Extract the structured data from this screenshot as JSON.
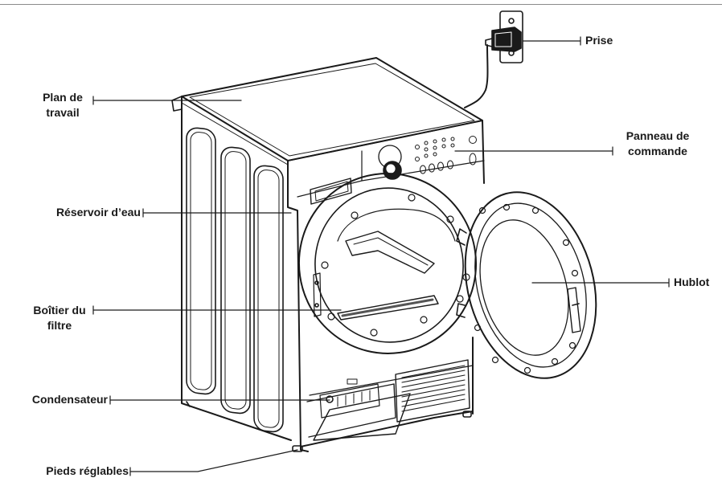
{
  "labels": {
    "plan_de_travail": [
      "Plan de",
      "travail"
    ],
    "reservoir": "Réservoir d’eau",
    "boitier_filtre": [
      "Boîtier du",
      "filtre"
    ],
    "condensateur": "Condensateur",
    "pieds": "Pieds réglables",
    "prise": "Prise",
    "panneau": [
      "Panneau de",
      "commande"
    ],
    "hublot": "Hublot"
  },
  "colors": {
    "line": "#1a1a1a",
    "rule": "#8a8a8a",
    "background": "#ffffff"
  }
}
